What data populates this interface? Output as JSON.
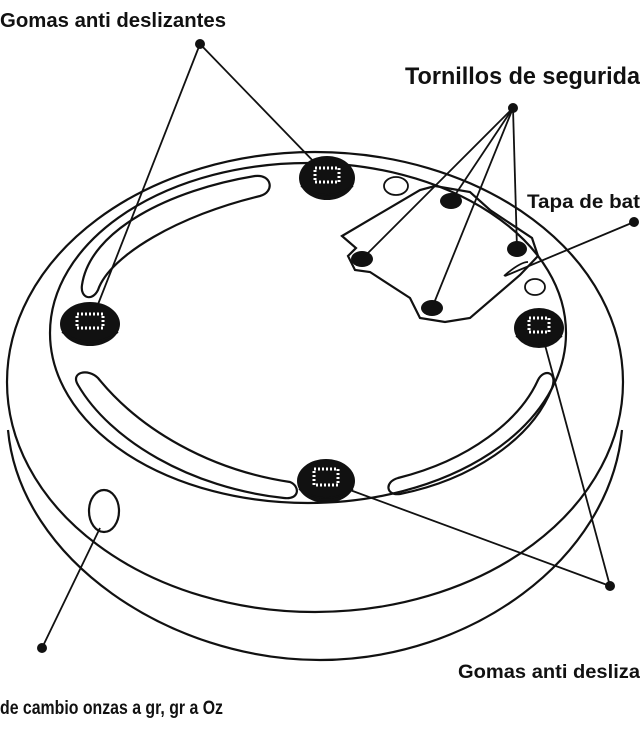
{
  "labels": {
    "feet_top": "Gomas anti deslizantes",
    "screws": "Tornillos de segurida",
    "battery_cover": "Tapa de bat",
    "feet_bottom": "Gomas anti desliza",
    "unit_button": "de cambio onzas a gr, gr a Oz"
  },
  "colors": {
    "ink": "#111111",
    "background": "#ffffff"
  }
}
